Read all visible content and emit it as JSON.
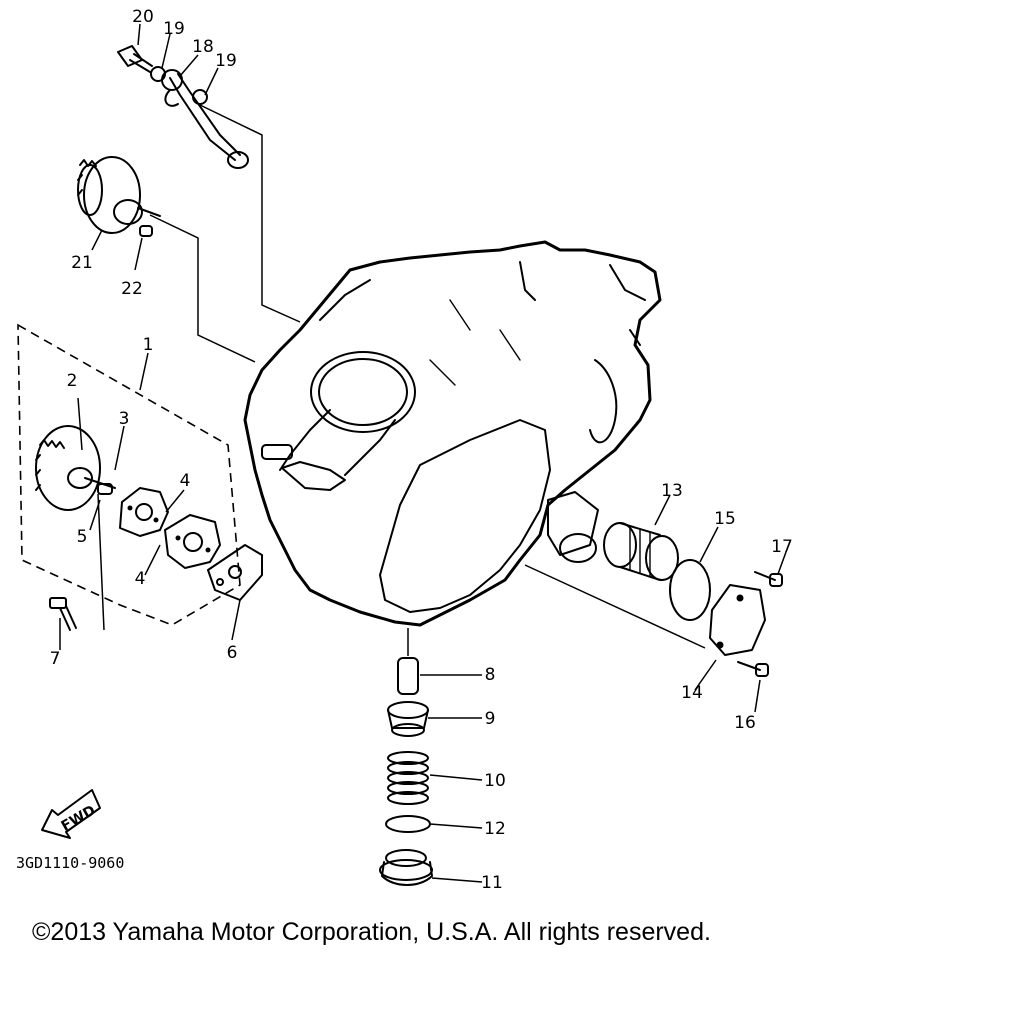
{
  "callouts": [
    "1",
    "2",
    "3",
    "4",
    "4",
    "5",
    "6",
    "7",
    "8",
    "9",
    "10",
    "11",
    "12",
    "13",
    "14",
    "15",
    "16",
    "17",
    "18",
    "19",
    "19",
    "20",
    "21",
    "22"
  ],
  "fwd_label": "FWD",
  "diagram_code": "3GD1110-9060",
  "copyright": "©2013 Yamaha Motor Corporation, U.S.A. All rights reserved."
}
